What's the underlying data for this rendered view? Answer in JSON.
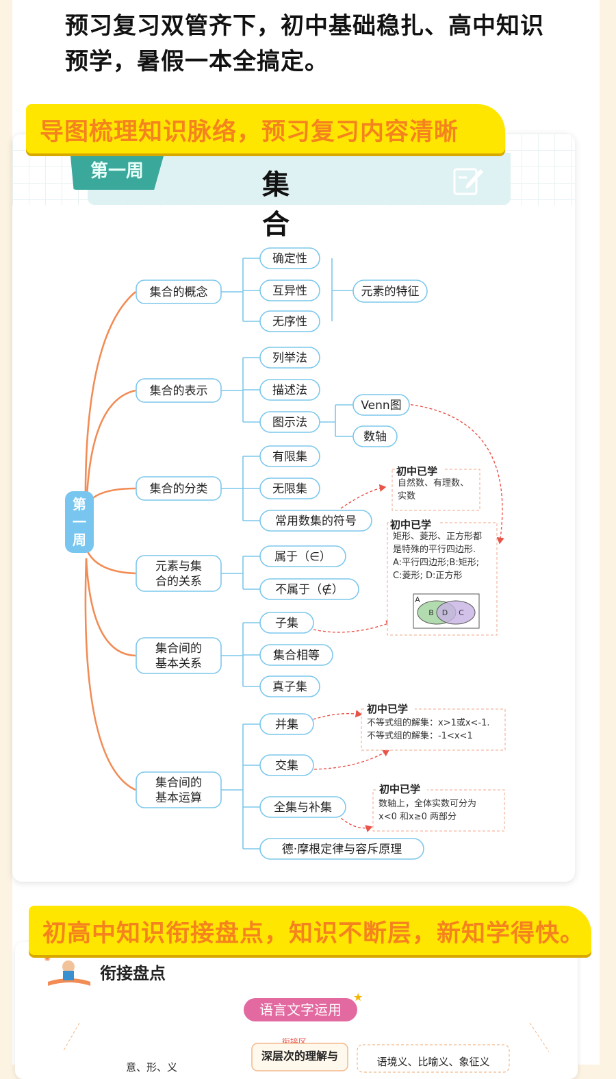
{
  "intro_text": "预习复习双管齐下，初中基础稳扎、高中知识预学，暑假一本全搞定。",
  "banner1": "导图梳理知识脉络，预习复习内容清晰",
  "week_tab": "第一周",
  "page_title": "集　　合",
  "side_label": "第一周",
  "mindmap": {
    "branches": [
      {
        "label": "集合的概念",
        "children": [
          "确定性",
          "互异性",
          "无序性"
        ],
        "summary": "元素的特征"
      },
      {
        "label": "集合的表示",
        "children": [
          "列举法",
          "描述法",
          "图示法"
        ],
        "sub_children": [
          "Venn图",
          "数轴"
        ]
      },
      {
        "label": "集合的分类",
        "children": [
          "有限集",
          "无限集",
          "常用数集的符号"
        ]
      },
      {
        "label": "元素与集合的关系",
        "children": [
          "属于（∈）",
          "不属于（∉）"
        ]
      },
      {
        "label": "集合间的基本关系",
        "children": [
          "子集",
          "集合相等",
          "真子集"
        ]
      },
      {
        "label": "集合间的基本运算",
        "children": [
          "并集",
          "交集",
          "全集与补集",
          "德·摩根定律与容斥原理"
        ]
      }
    ]
  },
  "notes": [
    {
      "title": "初中已学",
      "lines": [
        "自然数、有理数、",
        "实数"
      ]
    },
    {
      "title": "初中已学",
      "lines": [
        "矩形、菱形、正方形都",
        "是特殊的平行四边形.",
        "A:平行四边形;B:矩形;",
        "C:菱形; D:正方形"
      ],
      "venn": [
        "A",
        "B",
        "D",
        "C"
      ]
    },
    {
      "title": "初中已学",
      "lines": [
        "不等式组的解集：x>1或x<-1.",
        "不等式组的解集：-1<x<1"
      ]
    },
    {
      "title": "初中已学",
      "lines": [
        "数轴上，全体实数可分为",
        "x<0 和x≥0 两部分"
      ]
    }
  ],
  "banner2": "初高中知识衔接盘点，知识不断层，新知学得快。",
  "section2": {
    "heading": "衔接盘点",
    "tag": "语言文字运用",
    "zone_label": "衔接区",
    "box1": "深层次的理解与",
    "box2": "语境义、比喻义、象征义",
    "cut_text": "意、形、义"
  },
  "colors": {
    "orange": "#f28b54",
    "blue_border": "#7cc7ec",
    "teal": "#3ba89c",
    "yellow": "#ffe600",
    "banner_text": "#f4821e",
    "note_border": "#f2a58a",
    "pink_tag": "#e26aa0"
  }
}
